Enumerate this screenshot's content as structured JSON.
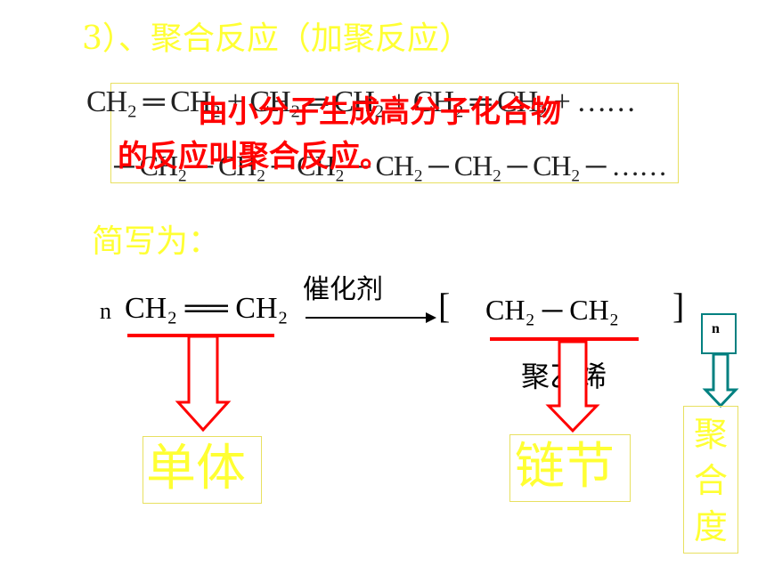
{
  "heading": "3）、聚合反应（加聚反应）",
  "equation": {
    "line1_formula": "CH₂ ═ CH₂ + CH₂ ═ CH₂ + CH₂ ═ CH₂ + ……",
    "line2_formula": "─ CH₂ ─ CH₂ ─ CH₂ ─ CH₂ ─ CH₂ ─ CH₂ ─ ……",
    "definition_line1": "由小分子生成高分子化合物",
    "definition_line2": "的反应叫聚合反应。"
  },
  "shorthand_label": "简写为：",
  "reaction": {
    "coefficient": "n",
    "monomer": "CH₂ ══ CH₂",
    "catalyst": "催化剂",
    "product_open_bracket": "[",
    "product_unit": "CH₂ ─ CH₂",
    "product_close_bracket": "]",
    "subscript_n": "n",
    "product_name": "聚乙烯"
  },
  "labels": {
    "monomer": "单体",
    "chain_unit": "链节",
    "degree_of_polymerization": "聚合度"
  },
  "colors": {
    "heading": "#ffff33",
    "definition": "#ff0000",
    "underline": "#ff0000",
    "down_arrow_red": "#ff0000",
    "down_arrow_teal": "#008080",
    "box_border": "#e8e060"
  }
}
